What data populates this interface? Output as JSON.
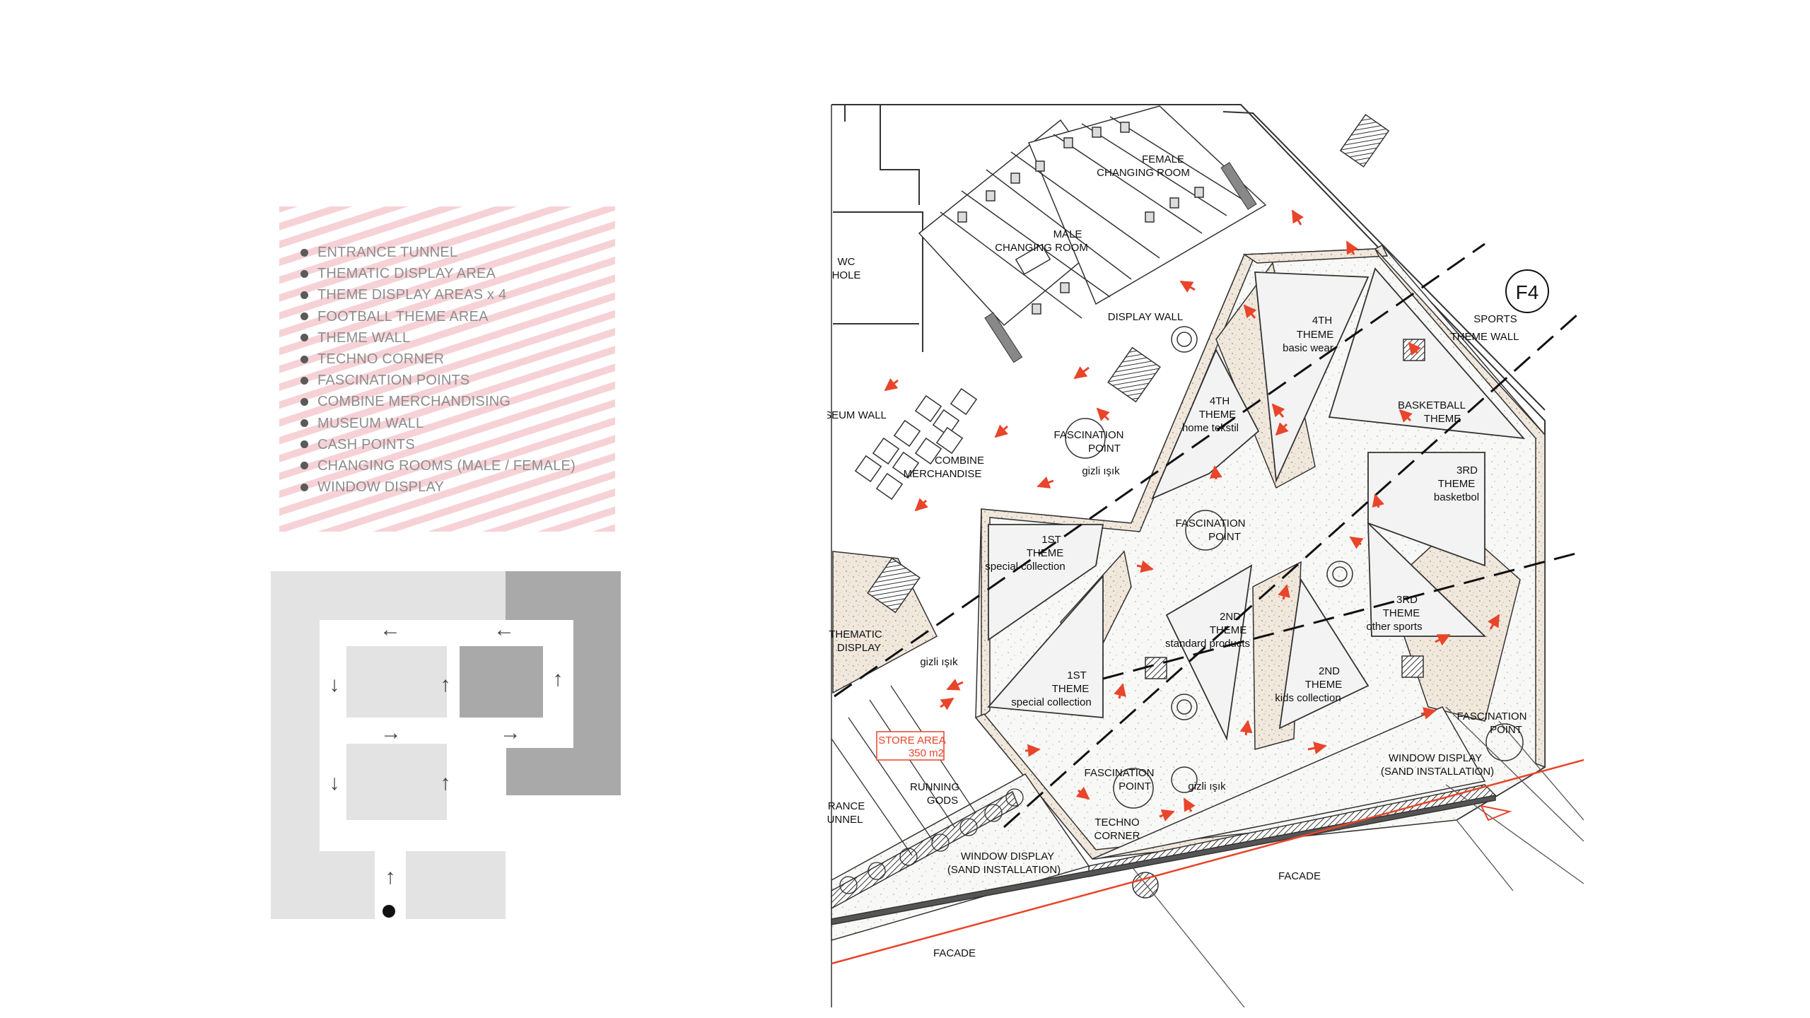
{
  "legend": {
    "items": [
      "ENTRANCE TUNNEL",
      "THEMATIC DISPLAY AREA",
      "THEME DISPLAY AREAS x 4",
      "FOOTBALL THEME AREA",
      "THEME WALL",
      "TECHNO CORNER",
      "FASCINATION POINTS",
      "COMBINE MERCHANDISING",
      "MUSEUM WALL",
      "CASH POINTS",
      "CHANGING ROOMS (MALE / FEMALE)",
      "WINDOW DISPLAY"
    ]
  },
  "flow_diagram": {
    "arrows": [
      "←",
      "←",
      "↓",
      "↑",
      "↑",
      "→",
      "→",
      "↓",
      "↑",
      "↑"
    ]
  },
  "plan": {
    "tag": "F4",
    "labels": {
      "female_changing": [
        "FEMALE",
        "CHANGING ROOM"
      ],
      "male_changing": [
        "MALE",
        "CHANGING ROOM"
      ],
      "wc_hole": [
        "WC",
        "HOLE"
      ],
      "display_wall": "DISPLAY WALL",
      "sports_theme_wall": [
        "SPORTS",
        "THEME WALL"
      ],
      "museum_wall": "SEUM WALL",
      "theme4_basic": [
        "4TH",
        "THEME",
        "basic wear"
      ],
      "theme4_home": [
        "4TH",
        "THEME",
        "home tekstil"
      ],
      "basketball_theme": [
        "BASKETBALL",
        "THEME"
      ],
      "fascination_1": [
        "FASCINATION",
        "POINT"
      ],
      "gizli_1": "gizli ışık",
      "combine_merch": [
        "COMBINE",
        "MERCHANDISE"
      ],
      "theme3_basketbol": [
        "3RD",
        "THEME",
        "basketbol"
      ],
      "fascination_2": [
        "FASCINATION",
        "POINT"
      ],
      "theme1_top": [
        "1ST",
        "THEME",
        "special collection"
      ],
      "theme2_standard": [
        "2ND",
        "THEME",
        "standard products"
      ],
      "theme3_other": [
        "3RD",
        "THEME",
        "other sports"
      ],
      "thematic_display": [
        "THEMATIC",
        "DISPLAY"
      ],
      "gizli_2": "gizli ışık",
      "theme1_bottom": [
        "1ST",
        "THEME",
        "special collection"
      ],
      "theme2_kids": [
        "2ND",
        "THEME",
        "kids collection"
      ],
      "store_area": [
        "STORE AREA",
        "350 m2"
      ],
      "fascination_3": [
        "FASCINATION",
        "POINT"
      ],
      "fascination_4": [
        "FASCINATION",
        "POINT"
      ],
      "window_display_1": [
        "WINDOW DISPLAY",
        "(SAND INSTALLATION)"
      ],
      "running_gods": [
        "RUNNING",
        "GODS"
      ],
      "entrance_tunnel": [
        "RANCE",
        "UNNEL"
      ],
      "gizli_3": "gizli ışık",
      "techno_corner": [
        "TECHNO",
        "CORNER"
      ],
      "window_display_2": [
        "WINDOW DISPLAY",
        "(SAND INSTALLATION)"
      ],
      "facade_1": "FACADE",
      "facade_2": "FACADE"
    }
  },
  "colors": {
    "accent_red": "#e8452b",
    "legend_stripe": "#f6d2d6",
    "sand": "#eee4d8"
  }
}
